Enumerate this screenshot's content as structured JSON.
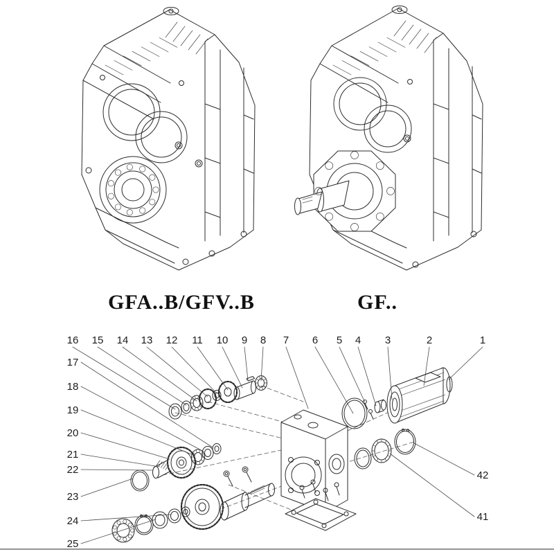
{
  "captions": {
    "left": "GFA..B/GFV..B",
    "right": "GF.."
  },
  "exploded": {
    "top_row": [
      "16",
      "15",
      "14",
      "13",
      "12",
      "11",
      "10",
      "9",
      "8",
      "7",
      "6",
      "5",
      "4",
      "3",
      "2",
      "1"
    ],
    "left_column": [
      "17",
      "18",
      "19",
      "20",
      "21",
      "22",
      "23",
      "24",
      "25"
    ],
    "right_column": [
      "42",
      "41"
    ]
  }
}
